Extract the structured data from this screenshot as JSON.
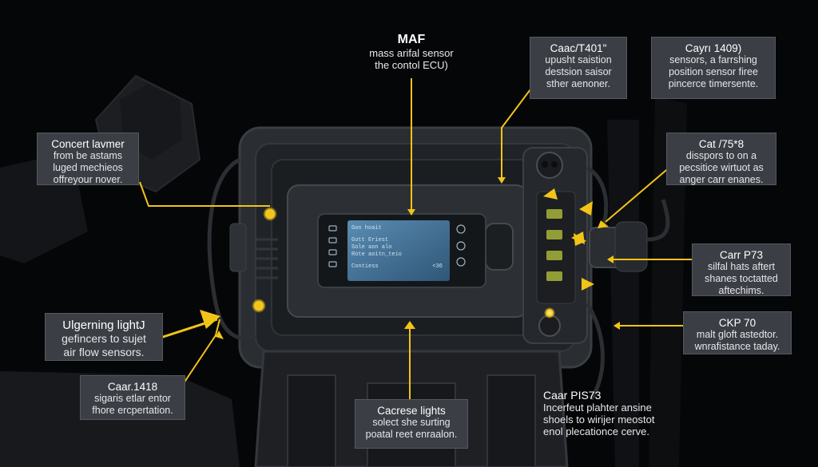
{
  "colors": {
    "accent": "#f2c418",
    "panel": "#3b3f45",
    "background": "#050608",
    "screen": "#4a7aa0"
  },
  "maf": {
    "title": "MAF",
    "lines": [
      "mass arifal sensor",
      "the contol ECU)"
    ]
  },
  "callouts": [
    {
      "id": "c1",
      "title": "Caac/T401\"",
      "lines": [
        "upusht saistion",
        "destsion saisor",
        "sther aenoner."
      ]
    },
    {
      "id": "c2",
      "title": "Cayrı 1409)",
      "lines": [
        "sensors, a farrshing",
        "position sensor firee",
        "pincerce timersente."
      ]
    },
    {
      "id": "c3",
      "title": "Concert lavmer",
      "lines": [
        "from be astams",
        "luged mechieos",
        "offreyour nover."
      ]
    },
    {
      "id": "c4",
      "title": "Cat /75*8",
      "lines": [
        "disspors to on a",
        "pecsitice wirtuot as",
        "anger carr enanes."
      ]
    },
    {
      "id": "c5",
      "title": "Carr P73",
      "lines": [
        "silfal hats aftert",
        "shanes toctatted",
        "aftechims."
      ]
    },
    {
      "id": "c6",
      "title": "Ulgerning lightJ",
      "lines": [
        "gefincers to sujet",
        "air flow sensors."
      ]
    },
    {
      "id": "c7",
      "title": "CKP 70",
      "lines": [
        "malt gloft astedtor.",
        "wnrafistance taday."
      ]
    },
    {
      "id": "c8",
      "title": "Caar.1418",
      "lines": [
        "sigaris etlar entor",
        "fhore ercpertation."
      ]
    },
    {
      "id": "c9",
      "title": "Cacrese lights",
      "lines": [
        "solect she surting",
        "poatal reet enraalon."
      ]
    },
    {
      "id": "c10",
      "title": "Caar PIS73",
      "lines": [
        "Incerfeut plahter ansine",
        "shoels to wirijer meostot",
        "enol plecationce cerve."
      ]
    }
  ],
  "screen": {
    "lines": [
      "Gon hoait",
      "Gott Eriest",
      "Sole aon alo",
      "Rote aoitn_teio",
      "Contiess"
    ],
    "value": "<36 "
  }
}
